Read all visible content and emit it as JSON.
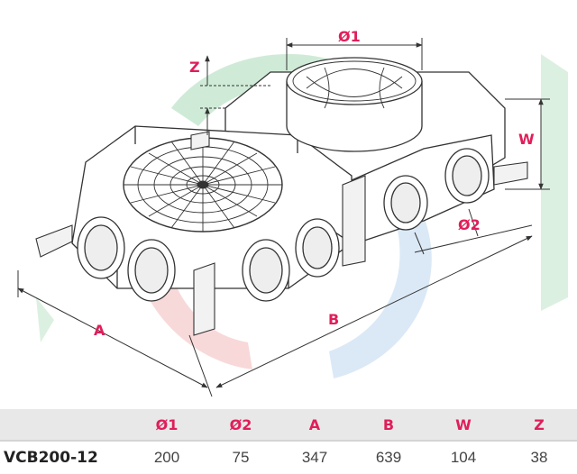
{
  "dimension_labels": {
    "d1": "Ø1",
    "z": "Z",
    "w": "W",
    "d2": "Ø2",
    "a": "A",
    "b": "B"
  },
  "table": {
    "headers": [
      "",
      "Ø1",
      "Ø2",
      "A",
      "B",
      "W",
      "Z"
    ],
    "rows": [
      {
        "model": "VCB200-12",
        "values": [
          "200",
          "75",
          "347",
          "639",
          "104",
          "38"
        ]
      }
    ]
  },
  "colors": {
    "dimension": "#e01e5a",
    "line": "#333333",
    "watermark_green": "#9fd8b0",
    "watermark_red": "#f2b3b3",
    "watermark_blue": "#b8d4ee"
  }
}
